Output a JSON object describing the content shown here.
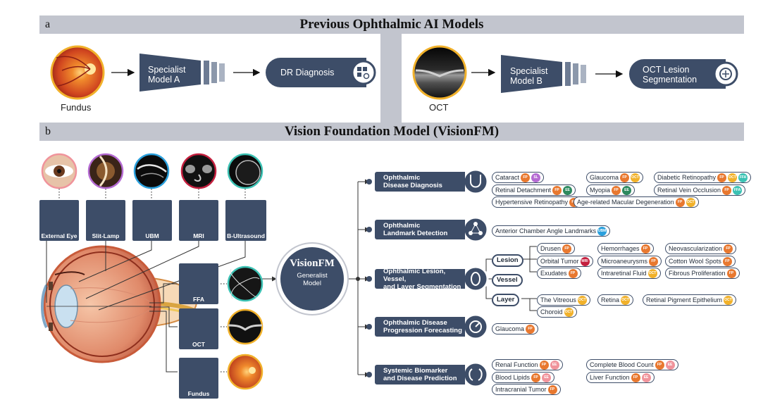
{
  "panel_a": {
    "letter": "a",
    "title": "Previous Ophthalmic AI Models",
    "left": {
      "input": "Fundus",
      "model": [
        "Specialist",
        "Model A"
      ],
      "output": "DR Diagnosis"
    },
    "right": {
      "input": "OCT",
      "model": [
        "Specialist",
        "Model B"
      ],
      "output": [
        "OCT Lesion",
        "Segmentation"
      ]
    }
  },
  "panel_b": {
    "letter": "b",
    "title": "Vision Foundation Model (VisionFM)",
    "top_modalities": [
      "External Eye",
      "Slit-Lamp",
      "UBM",
      "MRI",
      "B-Ultrasound"
    ],
    "side_modalities": [
      "FFA",
      "OCT",
      "Fundus"
    ],
    "center": {
      "name": "VisionFM",
      "sub1": "Generalist",
      "sub2": "Model"
    },
    "categories": [
      {
        "title": [
          "Ophthalmic",
          "Disease Diagnosis"
        ],
        "icon": "eye-dropper-icon"
      },
      {
        "title": [
          "Ophthalmic",
          "Landmark Detection"
        ],
        "icon": "landmark-nodes-icon"
      },
      {
        "title": [
          "Ophthalmic Lesion, Vessel,",
          "and Layer Segmentation"
        ],
        "icon": "segmentation-icon"
      },
      {
        "title": [
          "Ophthalmic Disease",
          "Progression Forecasting"
        ],
        "icon": "gauge-icon"
      },
      {
        "title": [
          "Systemic Biomarker",
          "and Disease Prediction"
        ],
        "icon": "kidney-icon"
      }
    ],
    "diagnosis": [
      {
        "label": "Cataract",
        "badges": [
          "FP",
          "Slit-Lamp"
        ]
      },
      {
        "label": "Glaucoma",
        "badges": [
          "FP",
          "OCT"
        ]
      },
      {
        "label": "Diabetic Retinopathy",
        "badges": [
          "FP",
          "OCT",
          "FFA"
        ]
      },
      {
        "label": "Retinal Detachment",
        "badges": [
          "FP",
          "External Eye"
        ]
      },
      {
        "label": "Myopia",
        "badges": [
          "FP",
          "External Eye"
        ]
      },
      {
        "label": "Retinal Vein Occlusion",
        "badges": [
          "FP",
          "FFA"
        ]
      },
      {
        "label": "Hypertensive Retinopathy",
        "badges": [
          "FP"
        ]
      },
      {
        "label": "Age-related Macular Degeneration",
        "badges": [
          "FP",
          "OCT"
        ]
      }
    ],
    "landmark": [
      {
        "label": "Anterior Chamber Angle Landmarks",
        "badges": [
          "UBM"
        ]
      }
    ],
    "segmentation": {
      "groups": [
        "Lesion",
        "Vessel",
        "Layer"
      ],
      "lesion": [
        {
          "label": "Drusen",
          "badges": [
            "FP"
          ]
        },
        {
          "label": "Hemorrhages",
          "badges": [
            "FP"
          ]
        },
        {
          "label": "Neovascularization",
          "badges": [
            "FP"
          ]
        },
        {
          "label": "Orbital Tumor",
          "badges": [
            "MRI"
          ]
        },
        {
          "label": "Microaneurysms",
          "badges": [
            "FP"
          ]
        },
        {
          "label": "Cotton Wool Spots",
          "badges": [
            "FP"
          ]
        },
        {
          "label": "Exudates",
          "badges": [
            "FP"
          ]
        },
        {
          "label": "Intraretinal Fluid",
          "badges": [
            "OCT"
          ]
        },
        {
          "label": "Fibrous Proliferation",
          "badges": [
            "FP"
          ]
        }
      ],
      "layer": [
        {
          "label": "The Vitreous",
          "badges": [
            "OCT"
          ]
        },
        {
          "label": "Retina",
          "badges": [
            "OCT"
          ]
        },
        {
          "label": "Retinal Pigment Epithelium",
          "badges": [
            "OCT"
          ]
        },
        {
          "label": "Choroid",
          "badges": [
            "OCT"
          ]
        }
      ]
    },
    "forecasting": [
      {
        "label": "Glaucoma",
        "badges": [
          "FP"
        ]
      }
    ],
    "systemic": [
      {
        "label": "Renal Function",
        "badges": [
          "FP",
          "EE"
        ]
      },
      {
        "label": "Complete Blood Count",
        "badges": [
          "FP",
          "EE"
        ]
      },
      {
        "label": "Blood Lipids",
        "badges": [
          "FP",
          "EE"
        ]
      },
      {
        "label": "Liver Function",
        "badges": [
          "FP",
          "EE"
        ]
      },
      {
        "label": "Intracranial Tumor",
        "badges": [
          "FP"
        ]
      }
    ]
  },
  "colors": {
    "navy": "#3d4d68",
    "band": "#c2c5ce",
    "fp": "#e8782f",
    "oct": "#f1b12a",
    "ffa": "#3cc2b4",
    "ee": "#f0939b",
    "mri": "#c4203f",
    "ubm": "#2aa0dd"
  }
}
